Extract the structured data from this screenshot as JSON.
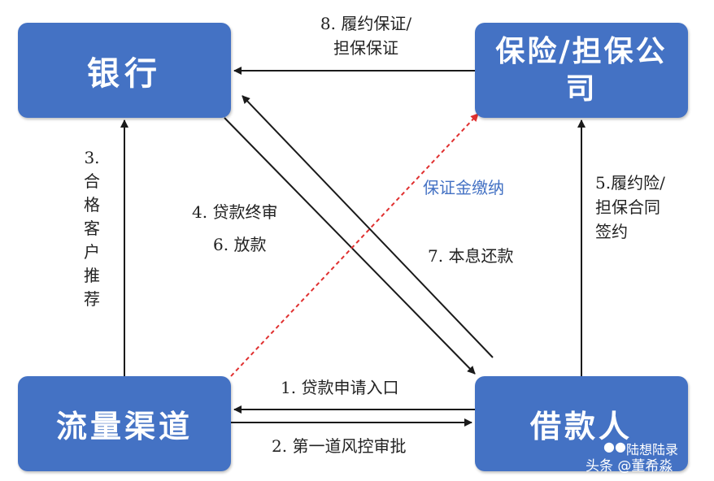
{
  "nodes": {
    "bank": "银行",
    "insurer": "保险/担保公司",
    "channel": "流量渠道",
    "borrower": "借款人"
  },
  "edges": {
    "e8": "8. 履约保证/\n担保保证",
    "e3": "3. 合格客户推荐",
    "e4": "4. 贷款终审",
    "e6": "6. 放款",
    "e7": "7. 本息还款",
    "guarantee": "保证金缴纳",
    "e5": "5.履约险/\n担保合同\n签约",
    "e1": "1. 贷款申请入口",
    "e2": "2. 第一道风控审批"
  },
  "watermark": {
    "line1": "陆想陆录",
    "line2": "头条 @董希淼",
    "icon": "wechat-icon"
  },
  "colors": {
    "box": "#4472c4",
    "arrow": "#1a1a1a",
    "dashed": "#e03030",
    "guarantee_text": "#4472c4"
  }
}
